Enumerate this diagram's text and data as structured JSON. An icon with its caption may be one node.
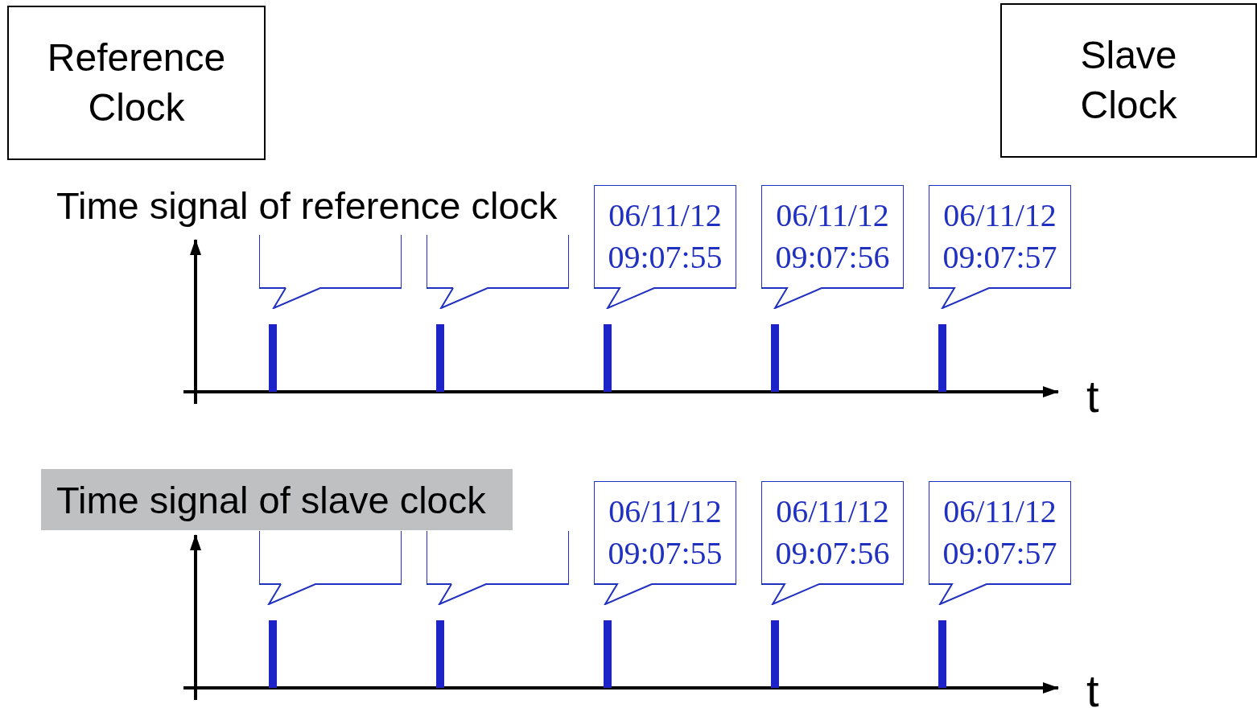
{
  "diagram": {
    "nodes": [
      {
        "text": [
          "Reference Clock"
        ]
      },
      {
        "text": [
          "Slave Clock"
        ]
      },
      {
        "text": [],
        "shape": "callout"
      },
      {
        "text": [],
        "shape": "callout"
      },
      {
        "text": [
          "06/11/12 09:07:55"
        ]
      },
      {
        "text": [
          "06/11/12 09:07:56"
        ]
      },
      {
        "text": [
          "06/11/12 09:07:57"
        ]
      },
      {
        "text": [
          "Time signal of slave clock"
        ]
      },
      {
        "text": [],
        "shape": "callout"
      },
      {
        "text": [],
        "shape": "callout"
      },
      {
        "text": [
          "06/11/12 09:07:55"
        ]
      },
      {
        "text": [
          "06/11/12 09:07:56"
        ]
      },
      {
        "text": [
          "06/11/12 09:07:57"
        ]
      }
    ],
    "labels": [
      "Time signal of reference clock",
      "t",
      "t"
    ]
  }
}
